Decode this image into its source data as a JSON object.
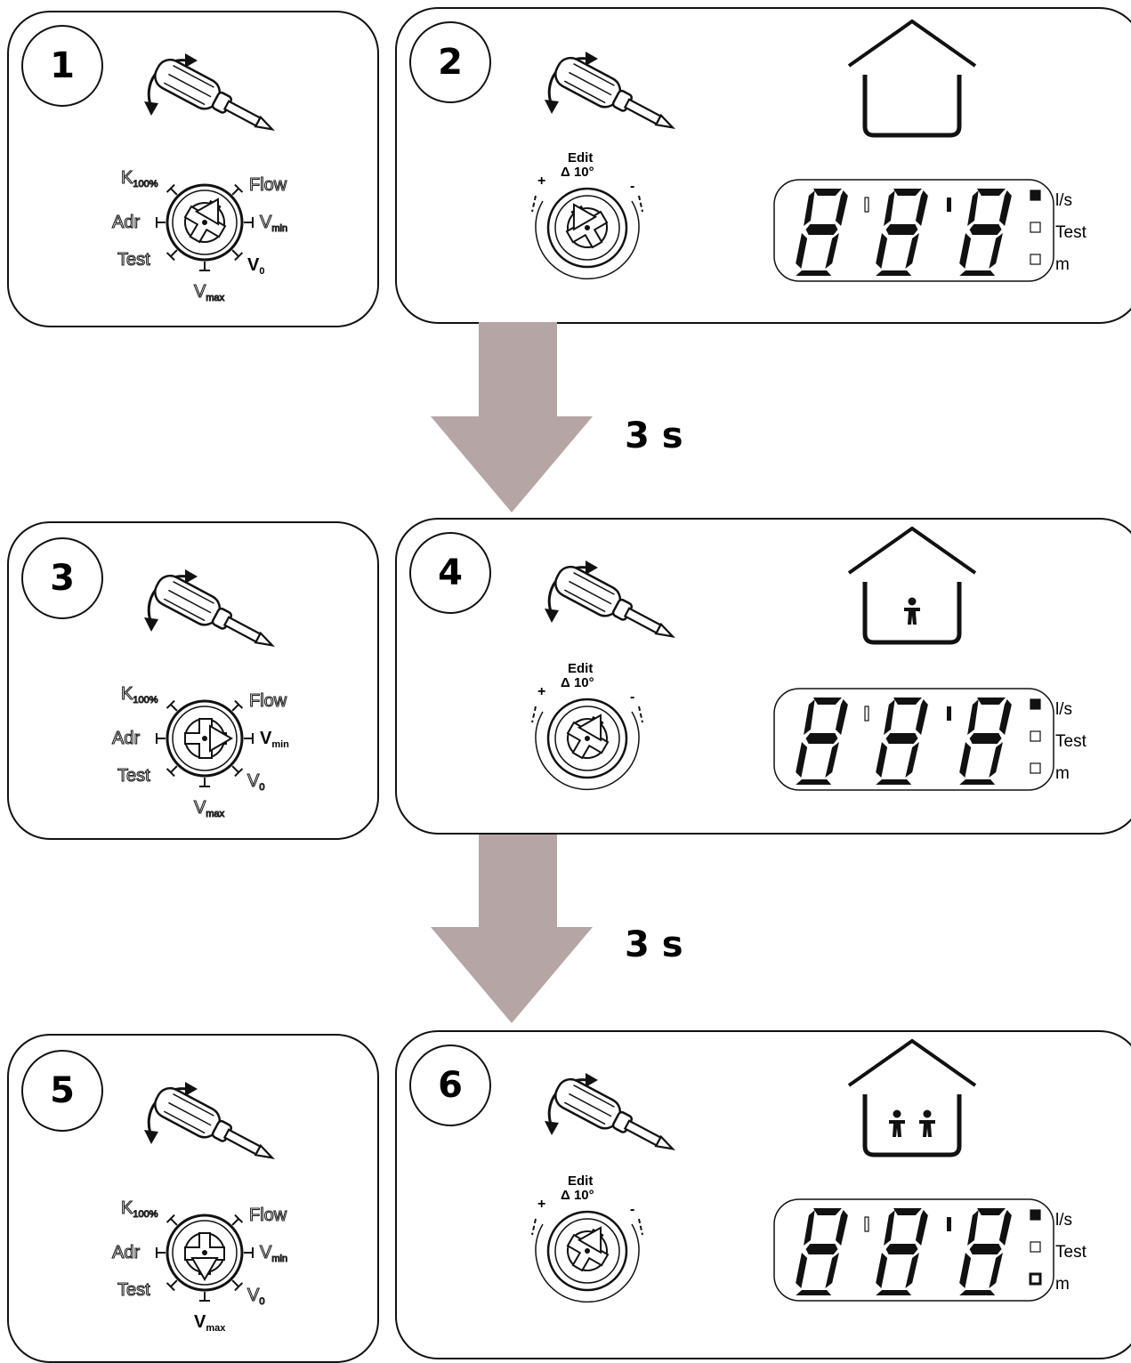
{
  "steps": [
    {
      "number": "1",
      "dial_selected": "V0"
    },
    {
      "number": "2",
      "edit_label": "Edit",
      "delta_label": "Δ 10°",
      "occupancy": 0,
      "unit_selected": "l/s"
    },
    {
      "number": "3",
      "dial_selected": "Vmin"
    },
    {
      "number": "4",
      "edit_label": "Edit",
      "delta_label": "Δ 10°",
      "occupancy": 1,
      "unit_selected": "l/s"
    },
    {
      "number": "5",
      "dial_selected": "Vmax"
    },
    {
      "number": "6",
      "edit_label": "Edit",
      "delta_label": "Δ 10°",
      "occupancy": 2,
      "unit_selected": "l/s"
    }
  ],
  "dial_labels": {
    "k": "K",
    "k_sub": "100%",
    "flow": "Flow",
    "adr": "Adr",
    "vmin": "V",
    "vmin_sub": "min",
    "test": "Test",
    "v0": "V",
    "v0_sub": "0",
    "vmax": "V",
    "vmax_sub": "max"
  },
  "edit": {
    "plus": "+",
    "minus": "-"
  },
  "display_units": [
    "l/s",
    "Test",
    "m"
  ],
  "transitions": [
    {
      "delay": "3 s"
    },
    {
      "delay": "3 s"
    }
  ],
  "colors": {
    "arrow": "#b5a5a5",
    "line": "#111111"
  }
}
